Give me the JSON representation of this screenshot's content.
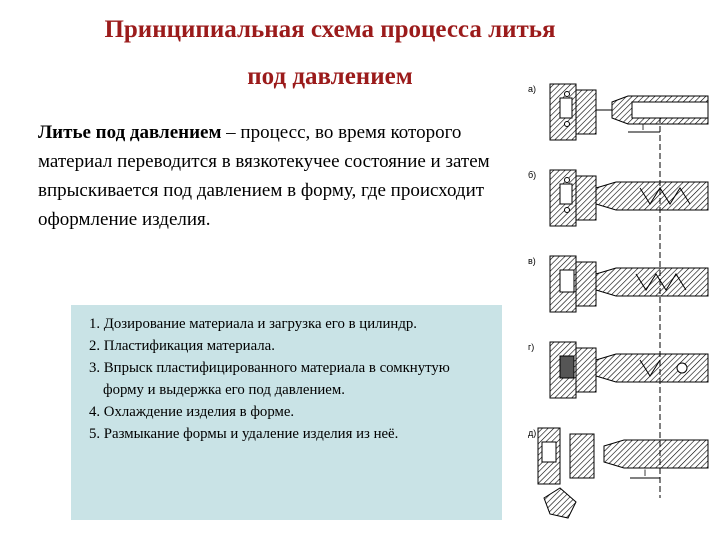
{
  "title": {
    "line1": "Принципиальная схема процесса литья",
    "line2": "под давлением"
  },
  "intro": {
    "term": "Литье под давлением",
    "definition": " – процесс, во время которого материал переводится в вязкотекучее состояние и затем впрыскивается под давлением в форму, где происходит оформление изделия."
  },
  "steps": [
    "1.  Дозирование материала и загрузка его в цилиндр.",
    "2. Пластификация материала.",
    "3. Впрыск пластифицированного материала в сомкнутую форму и выдержка его под давлением.",
    "4. Охлаждение изделия в форме.",
    "5. Размыкание формы и удаление изделия из неё."
  ],
  "diagram": {
    "stage_labels": [
      "а)",
      "б)",
      "в)",
      "г)",
      "д)"
    ],
    "dimension_label": "l"
  }
}
